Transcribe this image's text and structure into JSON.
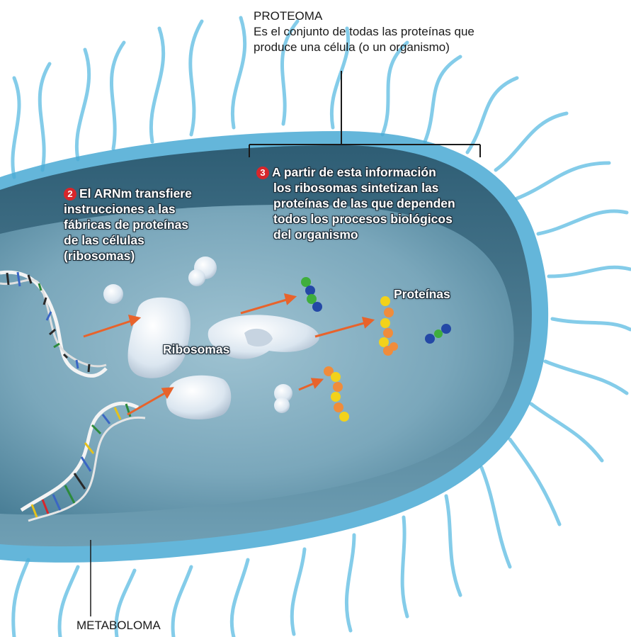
{
  "proteoma": {
    "title": "PROTEOMA",
    "lines": [
      "Es el conjunto de todas las proteínas que",
      "produce una célula (o un organismo)"
    ]
  },
  "step2": {
    "number": "2",
    "lines": [
      "El ARNm transfiere",
      "instrucciones a las",
      "fábricas de proteínas",
      "de las células",
      "(ribosomas)"
    ]
  },
  "step3": {
    "number": "3",
    "lines": [
      "A partir de esta información",
      "los ribosomas sintetizan las",
      "proteínas de las que dependen",
      "todos los procesos biológicos",
      "del organismo"
    ]
  },
  "labels": {
    "ribosomas": "Ribosomas",
    "proteinas": "Proteínas",
    "metaboloma": "METABOLOMA"
  },
  "colors": {
    "membrane": "#49a9d4",
    "cilia": "#6fc4e6",
    "cytoplasm": "#6f9fb4",
    "arrow": "#e8632b",
    "badge": "#d7262b"
  }
}
